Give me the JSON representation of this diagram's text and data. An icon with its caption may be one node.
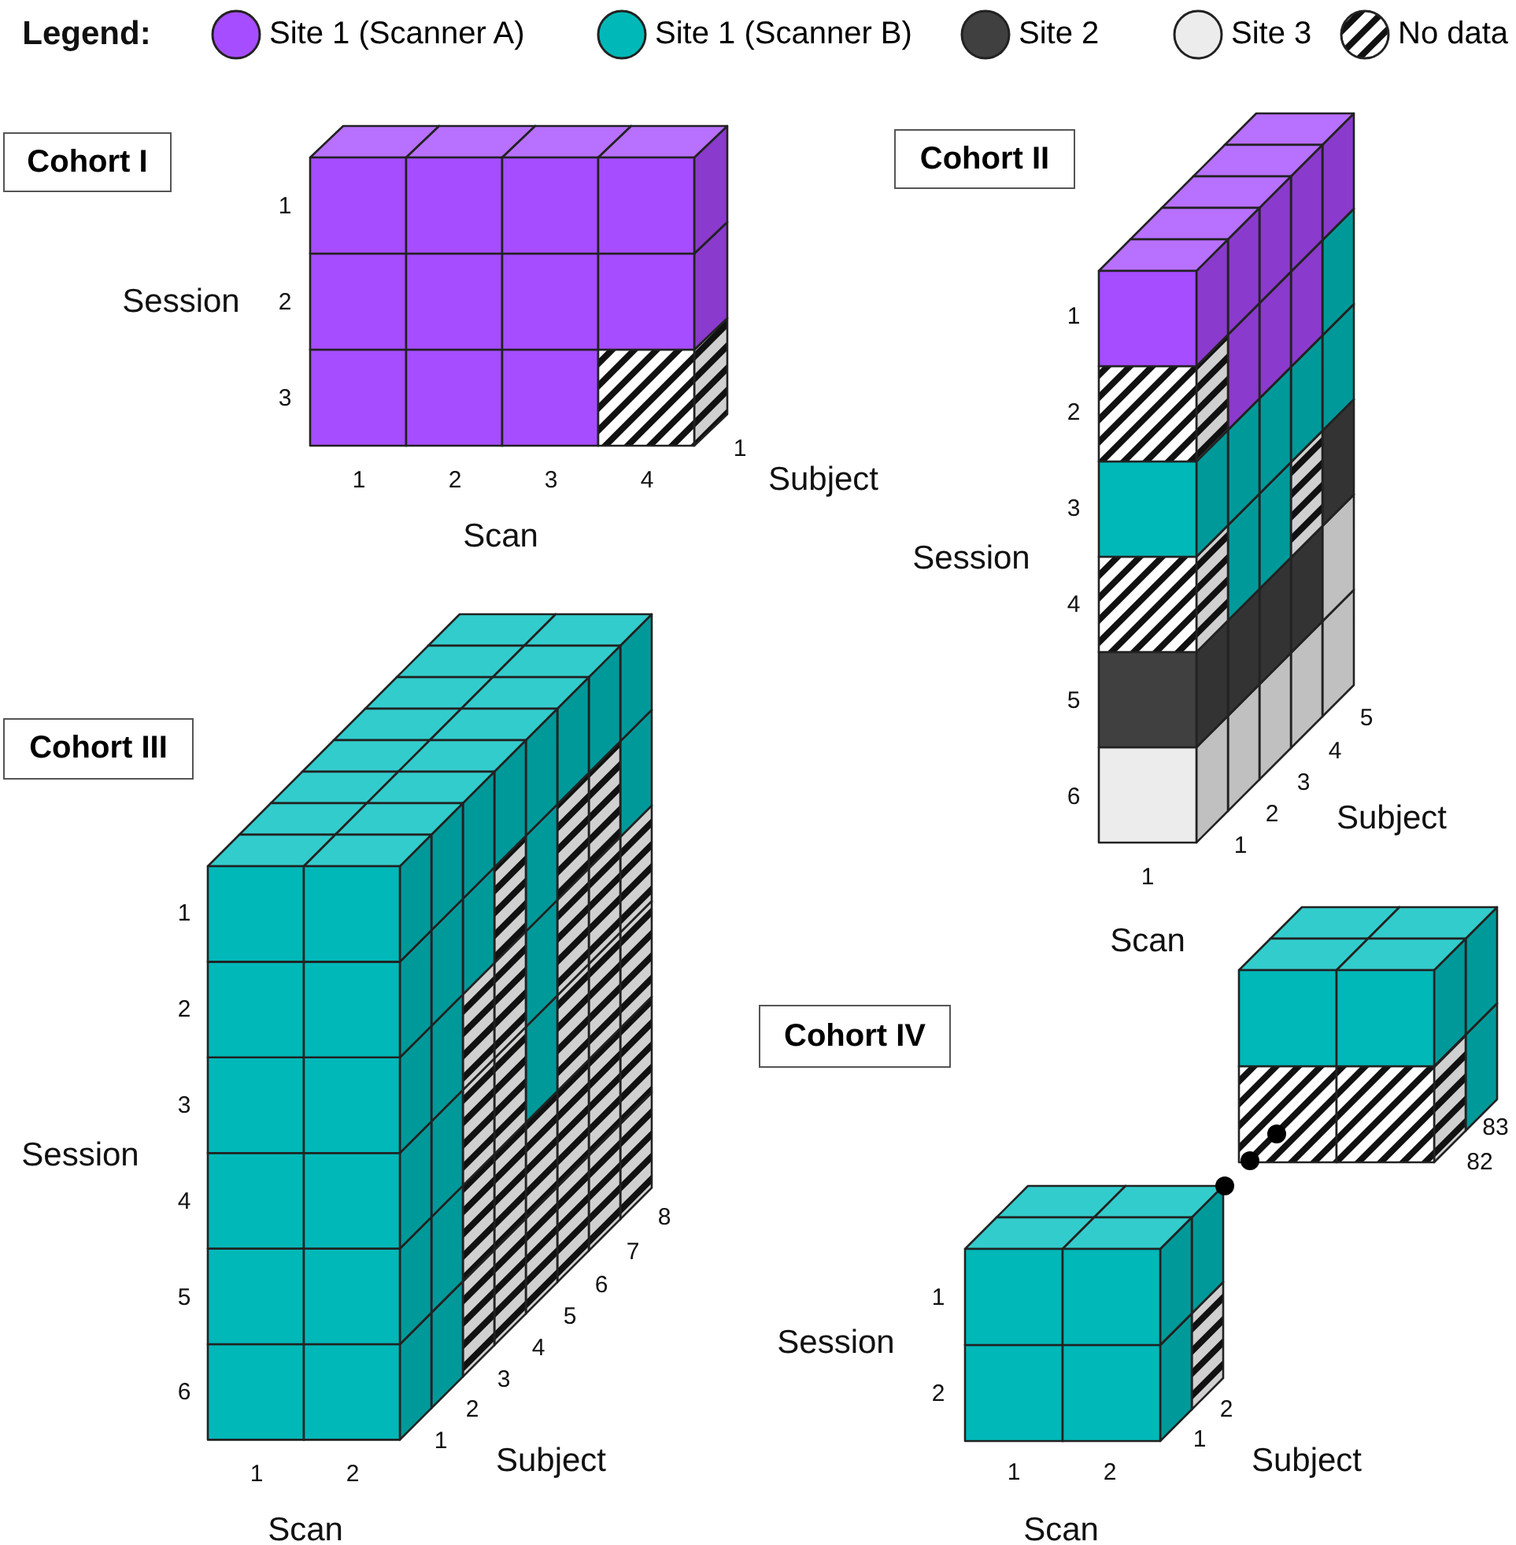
{
  "diagram": {
    "nodes": [
      {
        "text": [
          "Cohort I"
        ]
      },
      {
        "text": [
          "Cohort II"
        ]
      },
      {
        "text": [
          "Cohort III"
        ]
      },
      {
        "text": [
          "Cohort IV"
        ]
      }
    ],
    "edges": [],
    "labels": [
      "Legend:",
      "1",
      "2",
      "3",
      "Session",
      "1",
      "Subject",
      "1",
      "2",
      "3",
      "4",
      "Scan",
      "1",
      "2",
      "3",
      "4",
      "5",
      "6",
      "Session",
      "1",
      "2",
      "3",
      "4",
      "5",
      "Subject",
      "1",
      "Scan",
      "1",
      "2",
      "3",
      "4",
      "5",
      "6",
      "Session",
      "1",
      "2",
      "3",
      "4",
      "5",
      "6",
      "7",
      "8",
      "Subject",
      "1",
      "2",
      "Scan",
      "1",
      "2",
      "Session",
      "1",
      "2",
      "82",
      "83",
      "Subject",
      "1",
      "2",
      "Scan"
    ],
    "legend": [
      {
        "text": "Site 1 (Scanner A)",
        "color": "#a64dff"
      },
      {
        "text": "Site 1 (Scanner B)",
        "color": "#00b8b8"
      },
      {
        "text": "Site 2",
        "color": "#404040"
      },
      {
        "text": "Site 3",
        "color": "#ececec"
      },
      {
        "text": "No data"
      }
    ]
  }
}
